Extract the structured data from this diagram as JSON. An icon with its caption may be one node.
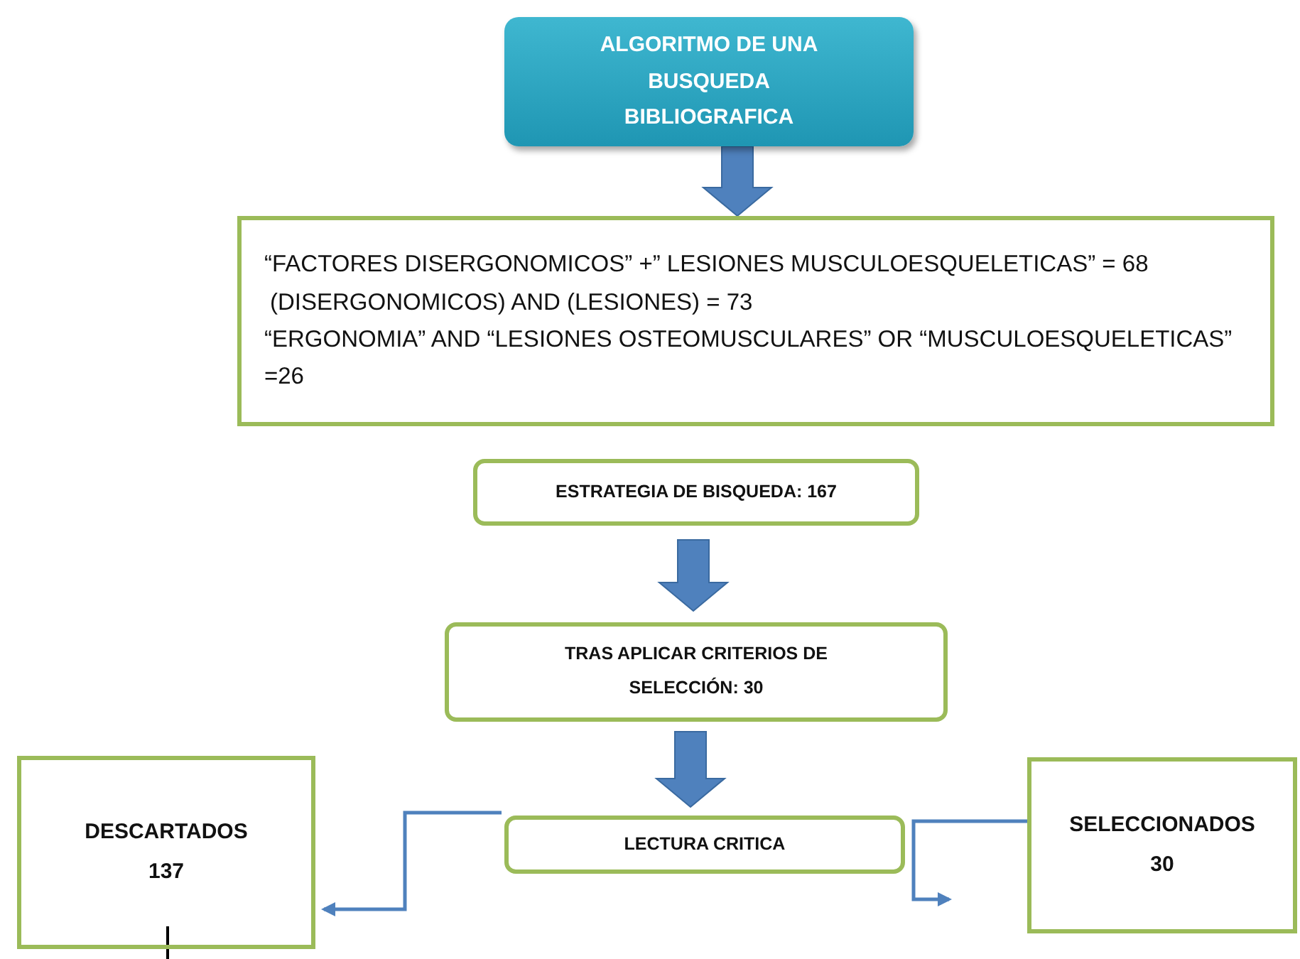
{
  "diagram": {
    "nodes": [
      {
        "text": [
          "ALGORITMO DE UNA BUSQUEDA BIBLIOGRAFICA"
        ]
      },
      {
        "text": [
          "“FACTORES DISERGONOMICOS” +” LESIONES MUSCULOESQUELETICAS” = 68",
          "(DISERGONOMICOS) AND (LESIONES) = 73",
          "“ERGONOMIA” AND “LESIONES OSTEOMUSCULARES” OR “MUSCULOESQUELETICAS” =26"
        ]
      },
      {
        "text": [
          "ESTRATEGIA DE BISQUEDA: 167"
        ]
      },
      {
        "text": [
          "TRAS APLICAR CRITERIOS DE SELECCIÓN: 30"
        ]
      },
      {
        "text": [
          "DESCARTADOS",
          "137"
        ]
      },
      {
        "text": [
          "LECTURA CRITICA"
        ]
      },
      {
        "text": [
          "SELECCIONADOS",
          "30"
        ]
      }
    ],
    "edges": [
      {
        "from": 0,
        "to": 1,
        "arrow": "to",
        "style": "thick"
      },
      {
        "from": 2,
        "to": 3,
        "arrow": "to",
        "style": "thick"
      },
      {
        "from": 3,
        "to": 5,
        "arrow": "to",
        "style": "thick"
      },
      {
        "from": 5,
        "to": 4,
        "arrow": "to"
      },
      {
        "from": 6,
        "to": null,
        "arrow": "to"
      },
      {
        "from": 4,
        "to": null,
        "arrow": "none",
        "color": "#000000"
      }
    ]
  }
}
